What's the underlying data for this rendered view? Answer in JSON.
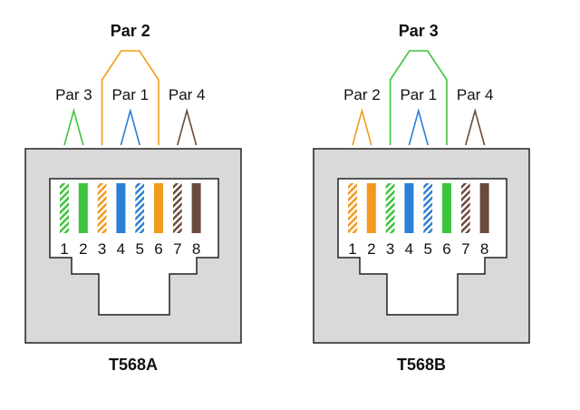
{
  "colors": {
    "green": "#3cc43c",
    "orange": "#f29a1f",
    "blue": "#2a7fd6",
    "brown": "#6b4a3c",
    "housing": "#d9d9d9",
    "outline": "#222222"
  },
  "connectors": [
    {
      "label": "T568A",
      "pin_numbers": [
        "1",
        "2",
        "3",
        "4",
        "5",
        "6",
        "7",
        "8"
      ],
      "wires": [
        {
          "pin": "1",
          "color": "green",
          "striped": true
        },
        {
          "pin": "2",
          "color": "green",
          "striped": false
        },
        {
          "pin": "3",
          "color": "orange",
          "striped": true
        },
        {
          "pin": "4",
          "color": "blue",
          "striped": false
        },
        {
          "pin": "5",
          "color": "blue",
          "striped": true
        },
        {
          "pin": "6",
          "color": "orange",
          "striped": false
        },
        {
          "pin": "7",
          "color": "brown",
          "striped": true
        },
        {
          "pin": "8",
          "color": "brown",
          "striped": false
        }
      ],
      "pairs": [
        {
          "label": "Par 3",
          "color": "green",
          "pins": [
            "1",
            "2"
          ],
          "emphasis": false
        },
        {
          "label": "Par 1",
          "color": "blue",
          "pins": [
            "4",
            "5"
          ],
          "emphasis": false
        },
        {
          "label": "Par 4",
          "color": "brown",
          "pins": [
            "7",
            "8"
          ],
          "emphasis": false
        },
        {
          "label": "Par 2",
          "color": "orange",
          "pins": [
            "3",
            "6"
          ],
          "emphasis": true
        }
      ]
    },
    {
      "label": "T568B",
      "pin_numbers": [
        "1",
        "2",
        "3",
        "4",
        "5",
        "6",
        "7",
        "8"
      ],
      "wires": [
        {
          "pin": "1",
          "color": "orange",
          "striped": true
        },
        {
          "pin": "2",
          "color": "orange",
          "striped": false
        },
        {
          "pin": "3",
          "color": "green",
          "striped": true
        },
        {
          "pin": "4",
          "color": "blue",
          "striped": false
        },
        {
          "pin": "5",
          "color": "blue",
          "striped": true
        },
        {
          "pin": "6",
          "color": "green",
          "striped": false
        },
        {
          "pin": "7",
          "color": "brown",
          "striped": true
        },
        {
          "pin": "8",
          "color": "brown",
          "striped": false
        }
      ],
      "pairs": [
        {
          "label": "Par 2",
          "color": "orange",
          "pins": [
            "1",
            "2"
          ],
          "emphasis": false
        },
        {
          "label": "Par 1",
          "color": "blue",
          "pins": [
            "4",
            "5"
          ],
          "emphasis": false
        },
        {
          "label": "Par 4",
          "color": "brown",
          "pins": [
            "7",
            "8"
          ],
          "emphasis": false
        },
        {
          "label": "Par 3",
          "color": "green",
          "pins": [
            "3",
            "6"
          ],
          "emphasis": true
        }
      ]
    }
  ]
}
